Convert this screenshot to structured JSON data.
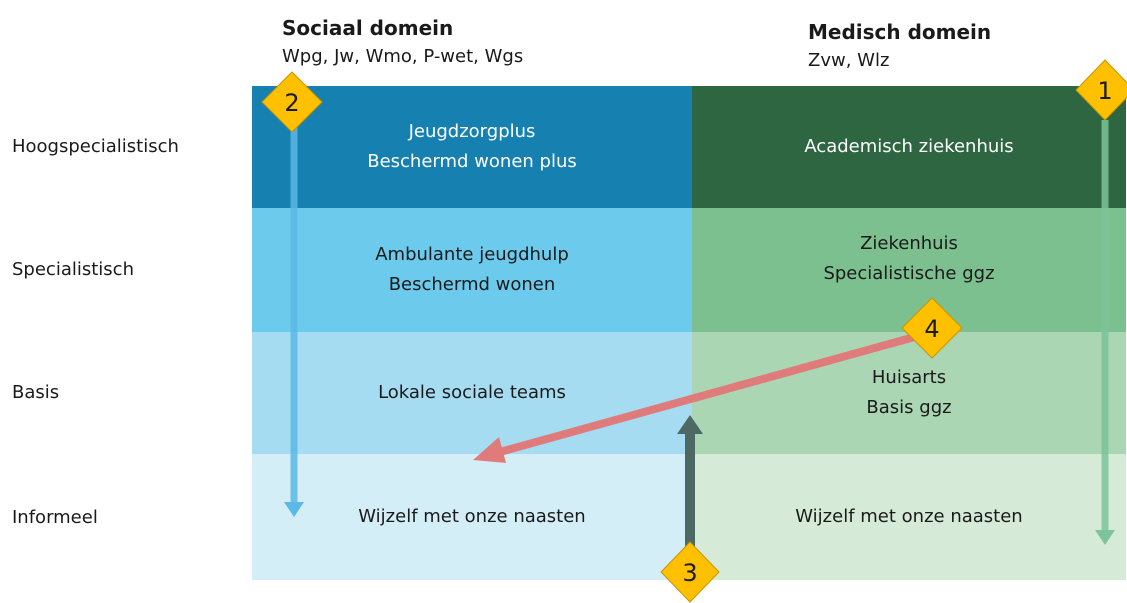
{
  "columns": {
    "social": {
      "title": "Sociaal domein",
      "laws": "Wpg, Jw, Wmo, P-wet, Wgs"
    },
    "medical": {
      "title": "Medisch domein",
      "laws": "Zvw, Wlz"
    }
  },
  "rows": [
    {
      "label": "Hoogspecialistisch",
      "social": [
        "Jeugdzorgplus",
        "Beschermd wonen plus"
      ],
      "medical": [
        "Academisch ziekenhuis"
      ]
    },
    {
      "label": "Specialistisch",
      "social": [
        "Ambulante jeugdhulp",
        "Beschermd wonen"
      ],
      "medical": [
        "Ziekenhuis",
        "Specialistische ggz"
      ]
    },
    {
      "label": "Basis",
      "social": [
        "Lokale sociale teams"
      ],
      "medical": [
        "Huisarts",
        "Basis ggz"
      ]
    },
    {
      "label": "Informeel",
      "social": [
        "Wijzelf met onze naasten"
      ],
      "medical": [
        "Wijzelf met onze naasten"
      ]
    }
  ],
  "badges": {
    "b1": "1",
    "b2": "2",
    "b3": "3",
    "b4": "4"
  },
  "colors": {
    "social_rows": [
      "#1680b0",
      "#6ccaec",
      "#a6dcf2",
      "#d4eef8"
    ],
    "medical_rows": [
      "#2d6640",
      "#7dc08f",
      "#abd6b3",
      "#d6ebd7"
    ],
    "badge": "#ffc000",
    "arrow_social": "#5cb8e6",
    "arrow_medical": "#7cc49a",
    "arrow_up": "#4e6963",
    "arrow_diagonal": "#e07b7b"
  }
}
